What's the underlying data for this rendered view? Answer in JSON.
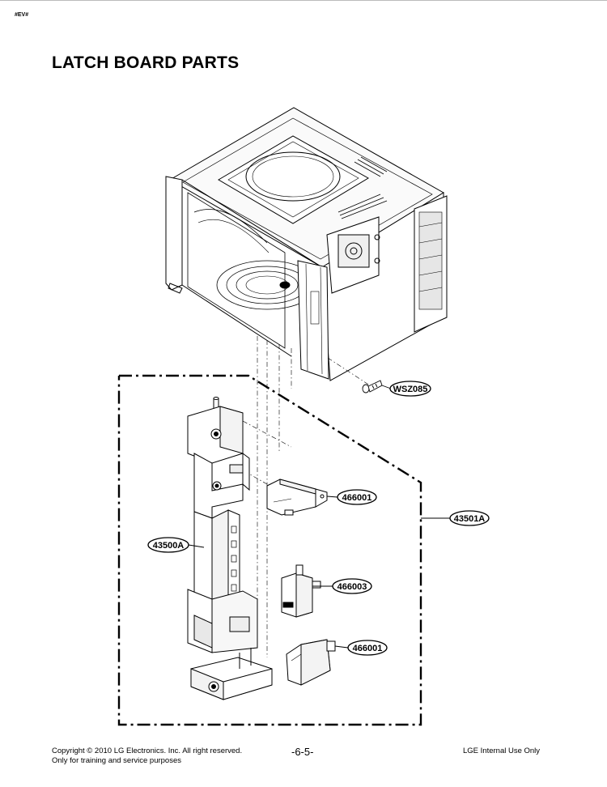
{
  "header": {
    "code": "#EV#",
    "title": "LATCH BOARD PARTS"
  },
  "callouts": {
    "screw": "WSZ085",
    "switch_top": "466001",
    "assembly": "43501A",
    "latch_board": "43500A",
    "switch_middle": "466003",
    "switch_bottom": "466001"
  },
  "footer": {
    "copyright": "Copyright © 2010 LG Electronics. Inc. All right reserved.",
    "usage": "Only for training and service purposes",
    "page": "-6-5-",
    "internal": "LGE Internal Use Only"
  }
}
